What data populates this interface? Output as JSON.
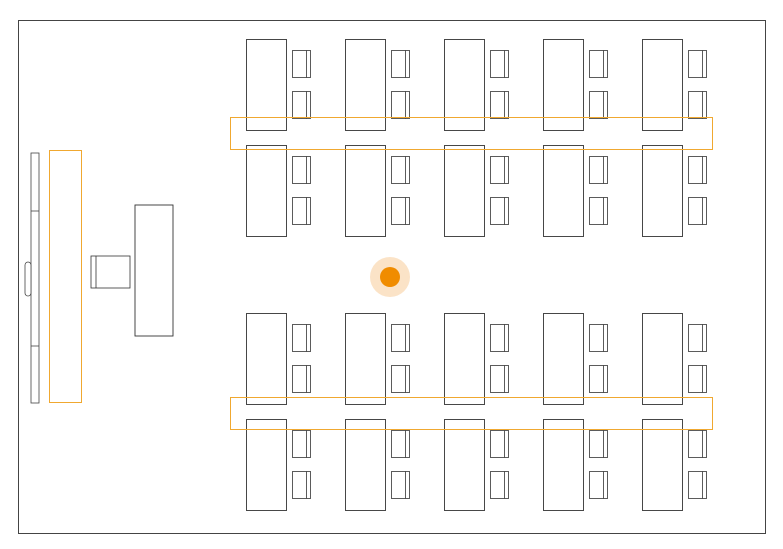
{
  "floor_plan": {
    "title": "",
    "colors": {
      "background": "#ffffff",
      "line": "#333333",
      "highlight": "#f0a830",
      "marker": "#f08c00",
      "marker_halo": "#fbe3c7"
    },
    "room": {
      "front_wall": "left",
      "whiteboard": true,
      "entrance_door": true
    },
    "teacher": {
      "desk_count": 1,
      "chair_count": 1
    },
    "student_area": {
      "blocks": 2,
      "rows_per_block": 2,
      "desks_per_row": 5,
      "chairs_per_desk": 2,
      "chair_side": "right"
    },
    "highlighted_zones": [
      "whiteboard-area",
      "aisle-upper",
      "aisle-lower"
    ],
    "marker": {
      "type": "location-pin",
      "state": "active"
    },
    "icons": [
      "desk-icon",
      "chair-icon",
      "location-marker-icon"
    ]
  }
}
